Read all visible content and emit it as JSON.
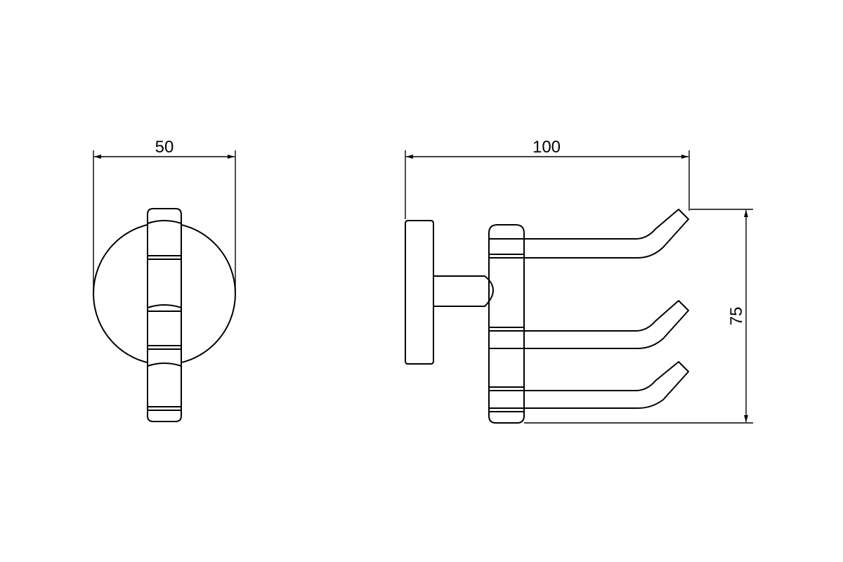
{
  "drawing": {
    "front_view": {
      "width_label": "50"
    },
    "side_view": {
      "depth_label": "100",
      "height_label": "75"
    },
    "line_color": "#000000",
    "background": "#ffffff"
  }
}
